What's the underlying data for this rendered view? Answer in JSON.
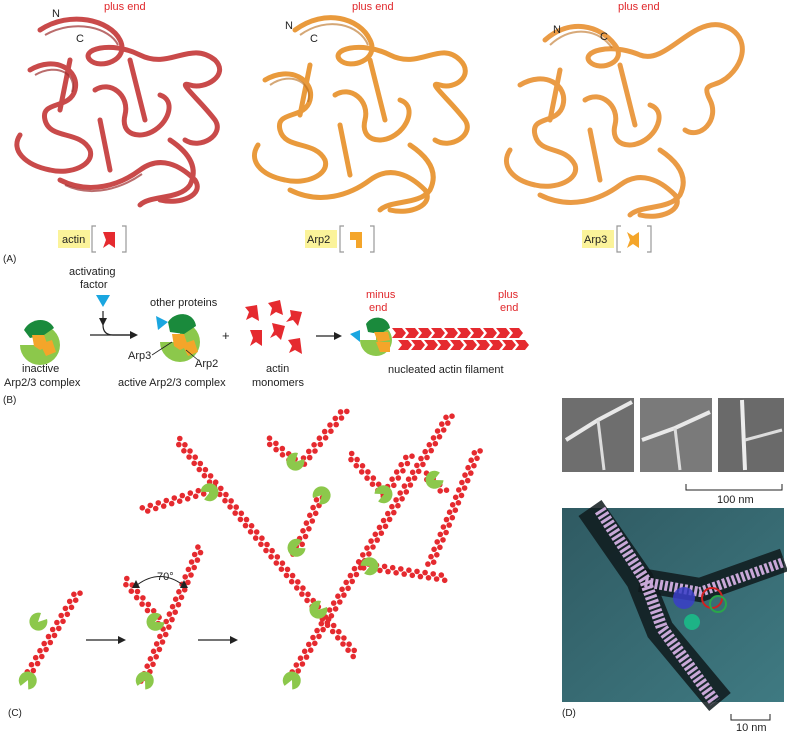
{
  "panel_a": {
    "panel_label": "(A)",
    "structures": [
      {
        "name": "actin",
        "color": "#c94a4a",
        "plus_end": "plus end",
        "n_label": "N",
        "c_label": "C"
      },
      {
        "name": "Arp2",
        "color": "#e99a3c",
        "plus_end": "plus end",
        "n_label": "N",
        "c_label": "C"
      },
      {
        "name": "Arp3",
        "color": "#ea9b45",
        "plus_end": "plus end",
        "n_label": "N",
        "c_label": "C"
      }
    ],
    "label_bg": "#fbf39a"
  },
  "panel_b": {
    "panel_label": "(B)",
    "activating_factor": [
      "activating",
      "factor"
    ],
    "inactive_label": [
      "inactive",
      "Arp2/3 complex"
    ],
    "other_proteins": "other proteins",
    "arp3": "Arp3",
    "arp2": "Arp2",
    "active_label": "active Arp2/3 complex",
    "plus_sign": "+",
    "monomers_label": [
      "actin",
      "monomers"
    ],
    "minus_end": [
      "minus",
      "end"
    ],
    "plus_end": [
      "plus",
      "end"
    ],
    "filament_label": "nucleated actin filament"
  },
  "panel_c": {
    "panel_label": "(C)",
    "angle_label": "70°"
  },
  "panel_d": {
    "panel_label": "(D)",
    "scale_100": "100 nm",
    "scale_10": "10 nm"
  },
  "colors": {
    "actin_red": "#e52a2f",
    "text_red": "#e0272b",
    "arp_green": "#8cc84b",
    "dark_green": "#1a8a3c",
    "arp_orange": "#f4a52a",
    "activator_blue": "#1aa6e0"
  }
}
